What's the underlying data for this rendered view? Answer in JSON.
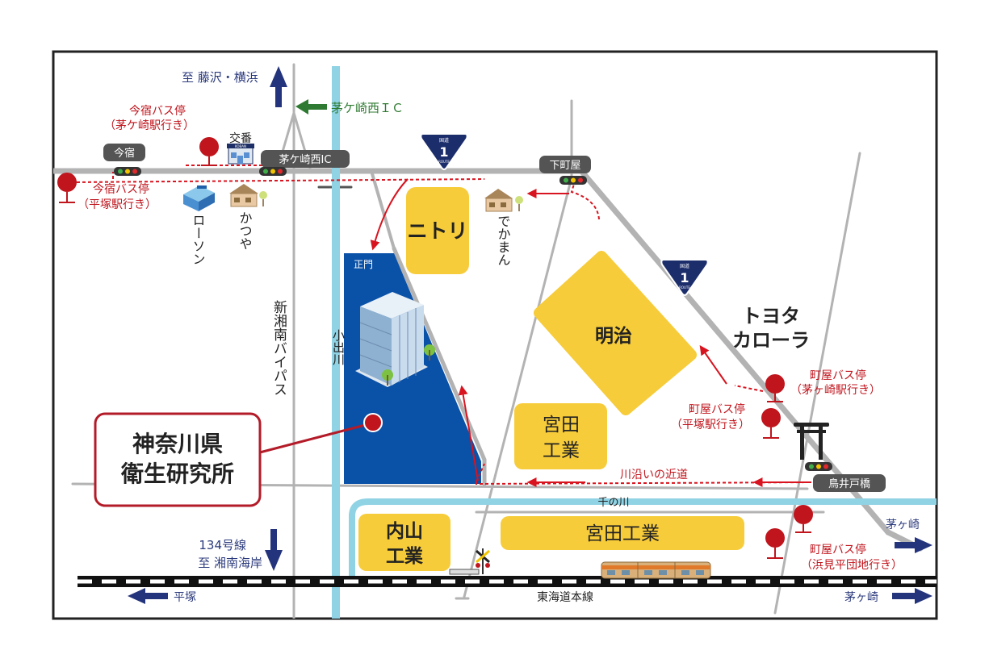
{
  "colors": {
    "frame": "#222222",
    "road": "#b3b3b3",
    "river": "#8fd3e4",
    "site": "#0a51a8",
    "landmark": "#f7cc3a",
    "bus_stop": "#c0151d",
    "route_text": "#c0151d",
    "road_label_navy": "#2b3a7c",
    "ic_arrow": "#2f7a32",
    "sign_bg": "#545454",
    "highlight_box": "#b31b28"
  },
  "directions": {
    "north": "至 藤沢・横浜",
    "ic": "茅ケ崎西ＩＣ",
    "south_line1": "134号線",
    "south_line2": "至 湘南海岸",
    "west": "平塚",
    "east_road": "茅ヶ崎",
    "east_rail": "茅ヶ崎"
  },
  "bus_stops": {
    "imajuku_chigasaki_line1": "今宿バス停",
    "imajuku_chigasaki_line2": "（茅ケ崎駅行き）",
    "imajuku_hiratsuka_line1": "今宿バス停",
    "imajuku_hiratsuka_line2": "（平塚駅行き）",
    "machiya_chigasaki_line1": "町屋バス停",
    "machiya_chigasaki_line2": "（茅ヶ崎駅行き）",
    "machiya_hiratsuka_line1": "町屋バス停",
    "machiya_hiratsuka_line2": "（平塚駅行き）",
    "machiya_hamami_line1": "町屋バス停",
    "machiya_hamami_line2": "（浜見平団地行き）"
  },
  "signals": {
    "imajuku": "今宿",
    "ic": "茅ケ崎西IC",
    "shimomachiya": "下町屋",
    "toriidobashi": "鳥井戸橋"
  },
  "route_shield": {
    "top": "国道",
    "number": "1",
    "bottom": "ROUTE"
  },
  "places": {
    "koban": "交番",
    "koban_sign": "KOBAN",
    "lawson": "ローソン",
    "katsuya": "かつや",
    "dekaman": "でかまん",
    "seimon": "正門"
  },
  "roads": {
    "bypass": "新湘南バイパス",
    "kodegawa": "小出川",
    "kawazoi": "川沿いの近道",
    "sennokawa": "千の川",
    "tokaido": "東海道本線"
  },
  "landmarks": {
    "nitori": "ニトリ",
    "meiji": "明治",
    "toyota_line1": "トヨタ",
    "toyota_line2": "カローラ",
    "miyata1_line1": "宮田",
    "miyata1_line2": "工業",
    "uchiyama_line1": "内山",
    "uchiyama_line2": "工業",
    "miyata2": "宮田工業"
  },
  "institute": {
    "line1": "神奈川県",
    "line2": "衛生研究所"
  }
}
